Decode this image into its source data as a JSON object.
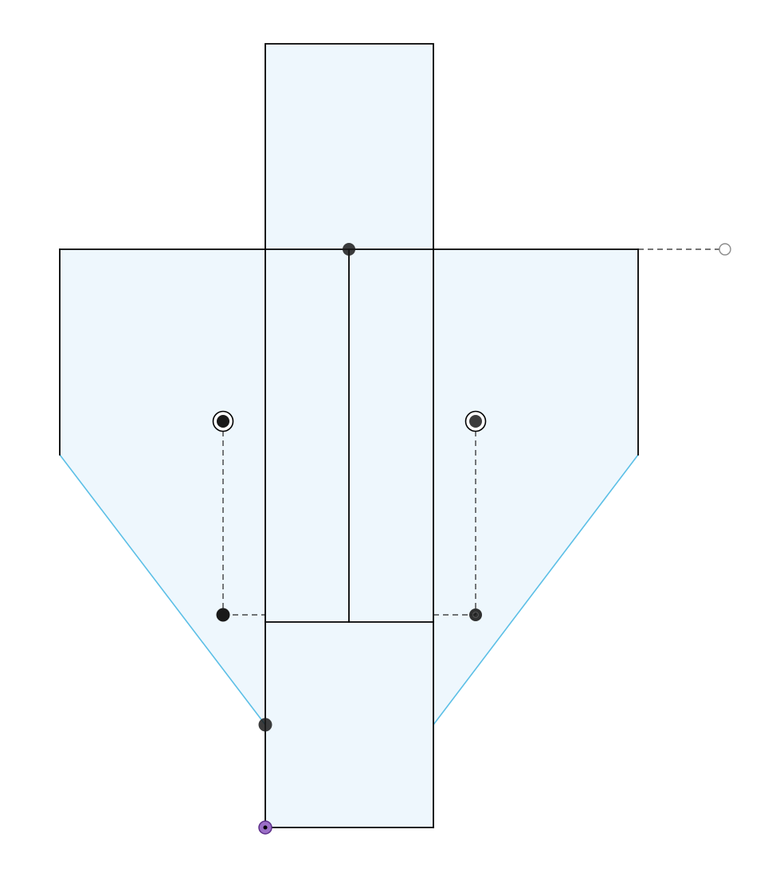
{
  "sketch": {
    "colors": {
      "background": "#ffffff",
      "region_fill": "#eef7fd",
      "solid_line": "#000000",
      "construction_line": "#222222",
      "chamfer_line": "#5bbfe6",
      "point_fill": "#1a1a1a",
      "hollow_point": "#8a8a8a",
      "origin_fill": "#9b6fc7",
      "origin_ring": "#5b2d88"
    },
    "entities": {
      "regions": [
        "upper-rectangle",
        "left-wing",
        "right-wing",
        "lower-rectangle"
      ],
      "solid_lines": [
        "top-edge",
        "left-edge",
        "right-edge",
        "center-line",
        "middle-bar",
        "shaft-left",
        "shaft-right"
      ],
      "chamfer_lines": [
        "left-chamfer",
        "right-chamfer"
      ],
      "construction_lines": [
        "top-extension",
        "left-drop",
        "left-stub",
        "right-drop",
        "right-stub"
      ]
    },
    "points": {
      "circle_points": [
        "left-circle-point",
        "right-circle-point"
      ],
      "solid_points": [
        "top-midpoint",
        "left-lower-point",
        "right-lower-point",
        "shaft-point"
      ],
      "hollow_points": [
        "top-extension-end"
      ],
      "origin": "origin-point"
    }
  }
}
